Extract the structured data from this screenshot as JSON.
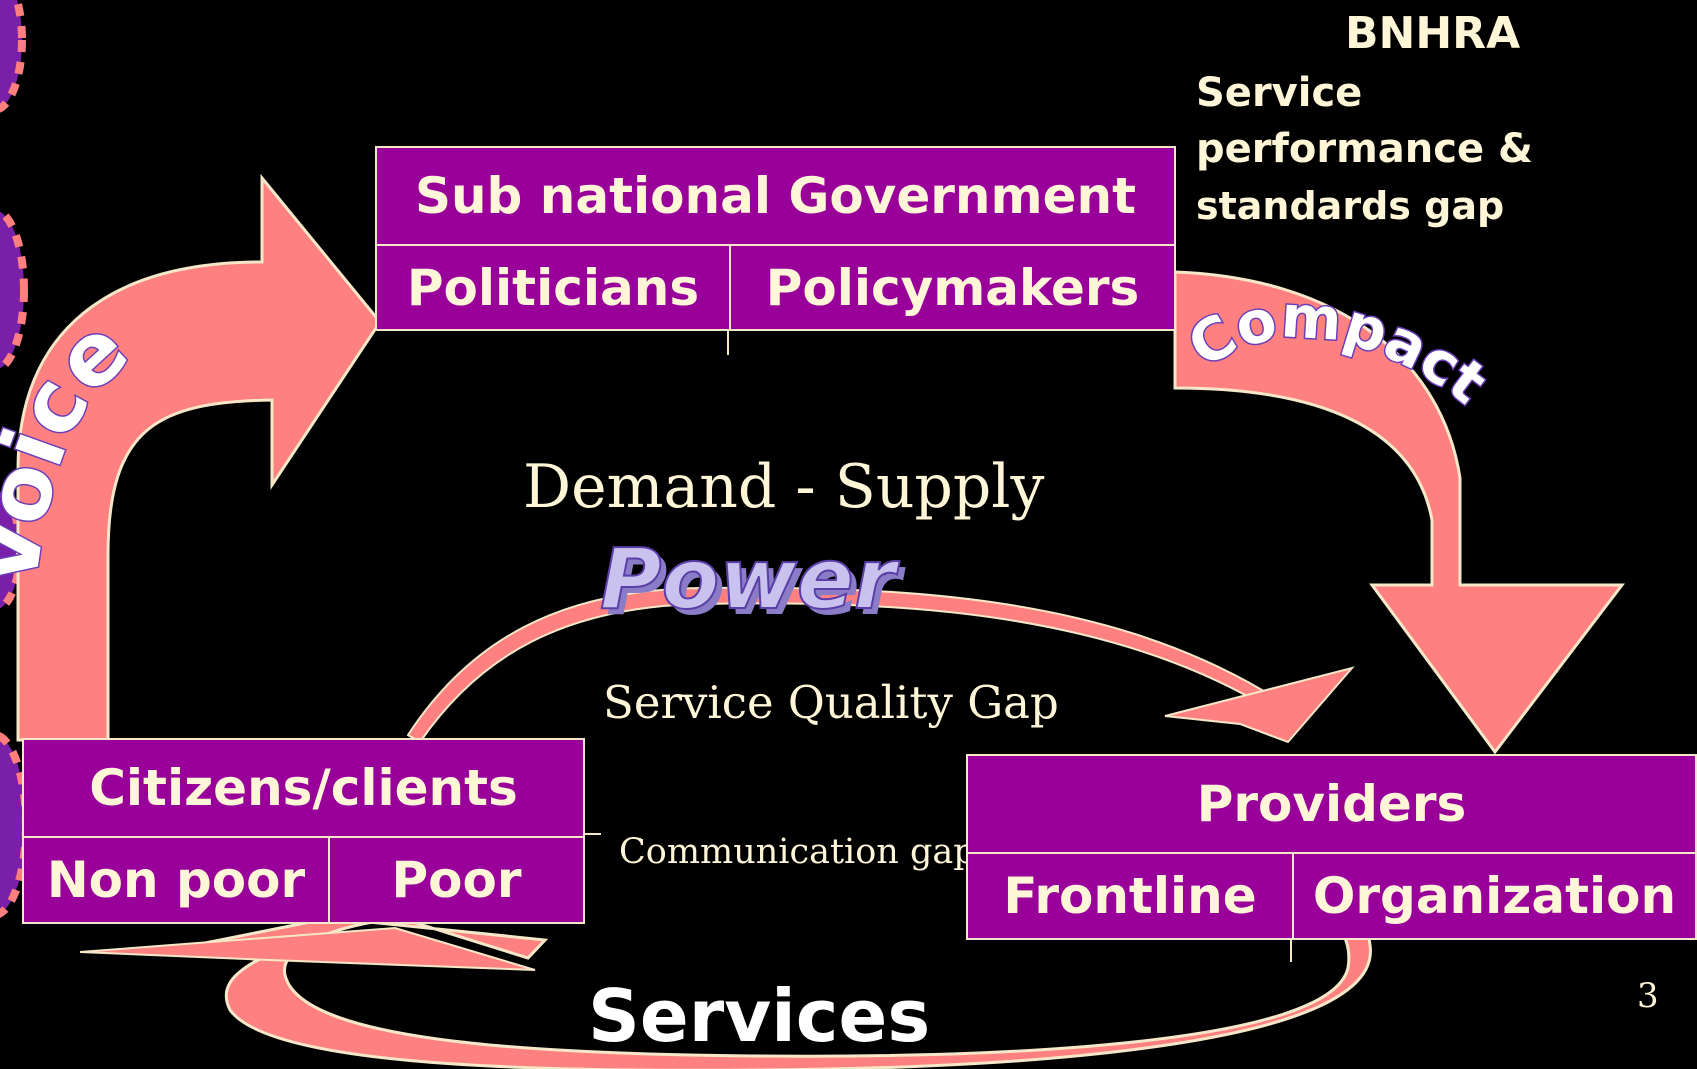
{
  "colors": {
    "arrow": "#ff8080",
    "box": "#990099",
    "border": "#f5e7c8",
    "text": "#fff6d8",
    "bullet": "#7a1fa8"
  },
  "icons": [
    "bullet-decoration-icon"
  ],
  "header": {
    "org": "BNHRA",
    "gap_note": [
      "Service",
      "performance &",
      "standards gap"
    ]
  },
  "government": {
    "title": "Sub national Government",
    "left": "Politicians",
    "right": "Policymakers"
  },
  "citizens": {
    "title": "Citizens/clients",
    "left": "Non poor",
    "right": "Poor"
  },
  "providers": {
    "title": "Providers",
    "left": "Frontline",
    "right": "Organization"
  },
  "arrows": {
    "voice": "Voice",
    "compact": "Compact",
    "services": "Services"
  },
  "center": {
    "demand_supply": "Demand - Supply",
    "power": "Power",
    "quality_gap": "Service Quality Gap",
    "communication_gap": "Communication gap"
  },
  "page_number": "3"
}
